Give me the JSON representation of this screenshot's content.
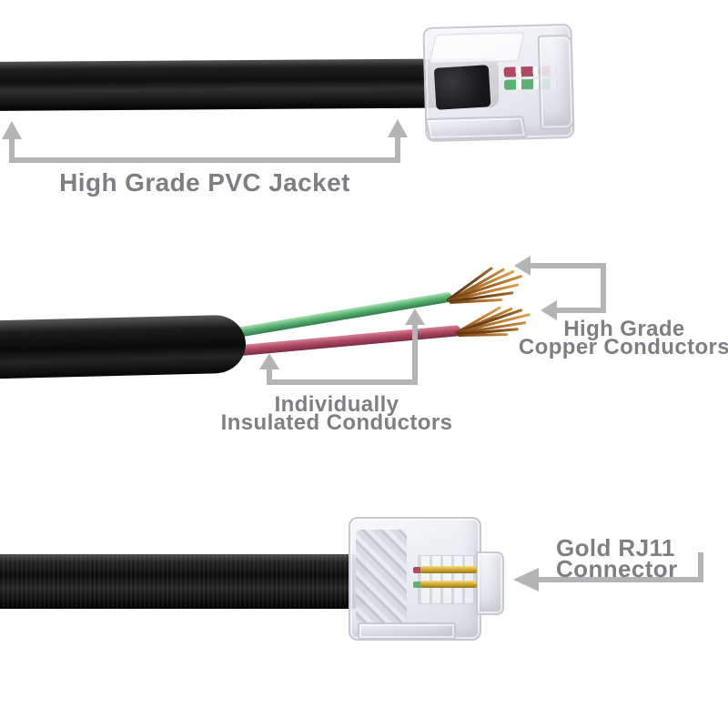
{
  "labels": {
    "pvc_jacket": "High Grade PVC Jacket",
    "insulated_line1": "Individually",
    "insulated_line2": "Insulated Conductors",
    "copper_line1": "High Grade",
    "copper_line2": "Copper Conductors",
    "gold_line1": "Gold RJ11",
    "gold_line2": "Connector"
  },
  "colors": {
    "text_gray": "#7d7f82",
    "arrow_gray": "#b3b4b6",
    "cable_black": "#121212",
    "wire_green": "#5bb274",
    "wire_red": "#b04a63",
    "copper": "#a2662a",
    "gold": "#d4af37",
    "connector_border": "#c7c9d1"
  }
}
